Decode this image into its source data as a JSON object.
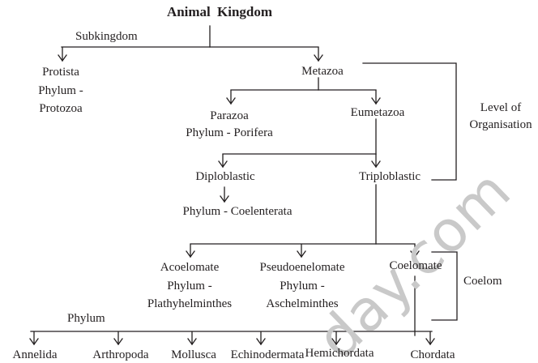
{
  "title": "Animal Kingdom",
  "annotations": {
    "subkingdom": "Subkingdom",
    "level_of_organisation": [
      "Level of",
      "Organisation"
    ],
    "coelom": "Coelom",
    "phylum": "Phylum"
  },
  "nodes": {
    "protista": [
      "Protista",
      "Phylum -",
      "Protozoa"
    ],
    "metazoa": "Metazoa",
    "parazoa": [
      "Parazoa",
      "Phylum - Porifera"
    ],
    "eumetazoa": "Eumetazoa",
    "diploblastic": "Diploblastic",
    "coelenterata": "Phylum - Coelenterata",
    "triploblastic": "Triploblastic",
    "acoelomate": [
      "Acoelomate",
      "Phylum -",
      "Plathyhelminthes"
    ],
    "pseudocoelomate": [
      "Pseudoenelomate",
      "Phylum -",
      "Aschelminthes"
    ],
    "coelomate": "Coelomate",
    "phyla": [
      "Annelida",
      "Arthropoda",
      "Mollusca",
      "Echinodermata",
      "Hemichordata",
      "Chordata"
    ]
  },
  "watermark": "day.com",
  "colors": {
    "ink": "#231f20",
    "watermark": "#c9c9c9",
    "background": "#ffffff"
  }
}
